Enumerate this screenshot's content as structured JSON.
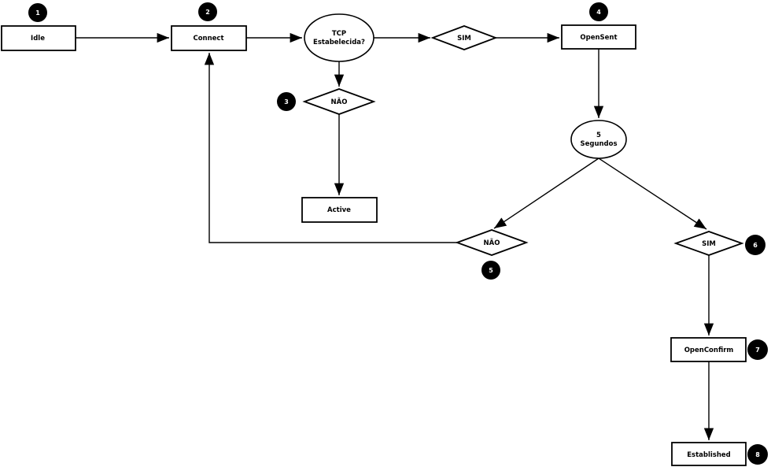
{
  "diagram": {
    "description": "BGP session state machine flowchart (Portuguese labels)",
    "colors": {
      "line": "#000000",
      "node_fill": "#ffffff",
      "badge_fill": "#000000",
      "badge_text": "#ffffff",
      "background": "#ffffff"
    },
    "nodes": {
      "idle": {
        "label": "Idle",
        "badge": "1",
        "shape": "rectangle"
      },
      "connect": {
        "label": "Connect",
        "badge": "2",
        "shape": "rectangle"
      },
      "tcp_check": {
        "label_line1": "TCP",
        "label_line2": "Estabelecida?",
        "shape": "ellipse"
      },
      "sim_top": {
        "label": "SIM",
        "shape": "diamond"
      },
      "opensent": {
        "label": "OpenSent",
        "badge": "4",
        "shape": "rectangle"
      },
      "nao_mid": {
        "label": "NÃO",
        "badge": "3",
        "shape": "diamond"
      },
      "active": {
        "label": "Active",
        "shape": "rectangle"
      },
      "timer": {
        "label_line1": "5",
        "label_line2": "Segundos",
        "shape": "ellipse"
      },
      "nao_left": {
        "label": "NÃO",
        "badge": "5",
        "shape": "diamond"
      },
      "sim_right": {
        "label": "SIM",
        "badge": "6",
        "shape": "diamond"
      },
      "openconfirm": {
        "label": "OpenConfirm",
        "badge": "7",
        "shape": "rectangle"
      },
      "established": {
        "label": "Established",
        "badge": "8",
        "shape": "rectangle"
      }
    },
    "edges": [
      {
        "from": "idle",
        "to": "connect"
      },
      {
        "from": "connect",
        "to": "tcp_check"
      },
      {
        "from": "tcp_check",
        "to": "sim_top"
      },
      {
        "from": "sim_top",
        "to": "opensent"
      },
      {
        "from": "tcp_check",
        "to": "nao_mid"
      },
      {
        "from": "nao_mid",
        "to": "active"
      },
      {
        "from": "opensent",
        "to": "timer"
      },
      {
        "from": "timer",
        "to": "nao_left"
      },
      {
        "from": "timer",
        "to": "sim_right"
      },
      {
        "from": "nao_left",
        "to": "connect"
      },
      {
        "from": "sim_right",
        "to": "openconfirm"
      },
      {
        "from": "openconfirm",
        "to": "established"
      }
    ]
  }
}
